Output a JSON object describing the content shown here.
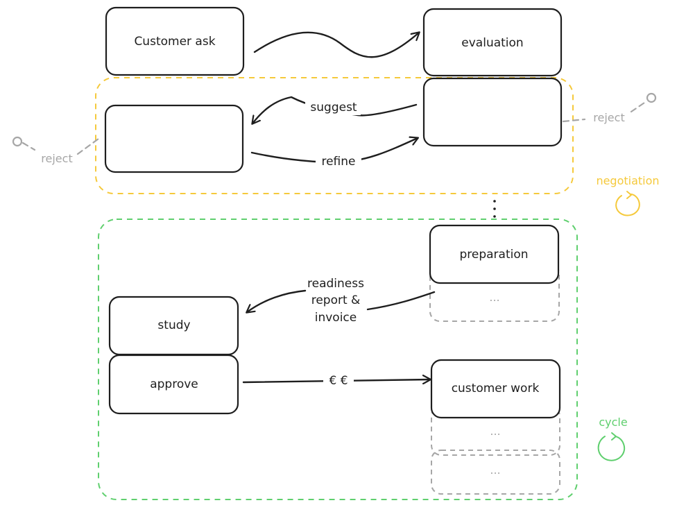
{
  "colors": {
    "ink": "#1e1e1e",
    "negotiation": "#f5c93b",
    "cycle": "#5fcf6e",
    "muted": "#a6a6a6"
  },
  "nodes": {
    "customer_ask": "Customer ask",
    "evaluation": "evaluation",
    "preparation": "preparation",
    "preparation_more": "...",
    "study": "study",
    "approve": "approve",
    "customer_work": "customer work",
    "customer_work_more_1": "...",
    "customer_work_more_2": "..."
  },
  "edges": {
    "suggest": "suggest",
    "refine": "refine",
    "readiness_line1": "readiness",
    "readiness_line2": "report &",
    "readiness_line3": "invoice",
    "payment": "€ €",
    "reject_left": "reject",
    "reject_right": "reject"
  },
  "groups": {
    "negotiation": "negotiation",
    "cycle": "cycle"
  }
}
